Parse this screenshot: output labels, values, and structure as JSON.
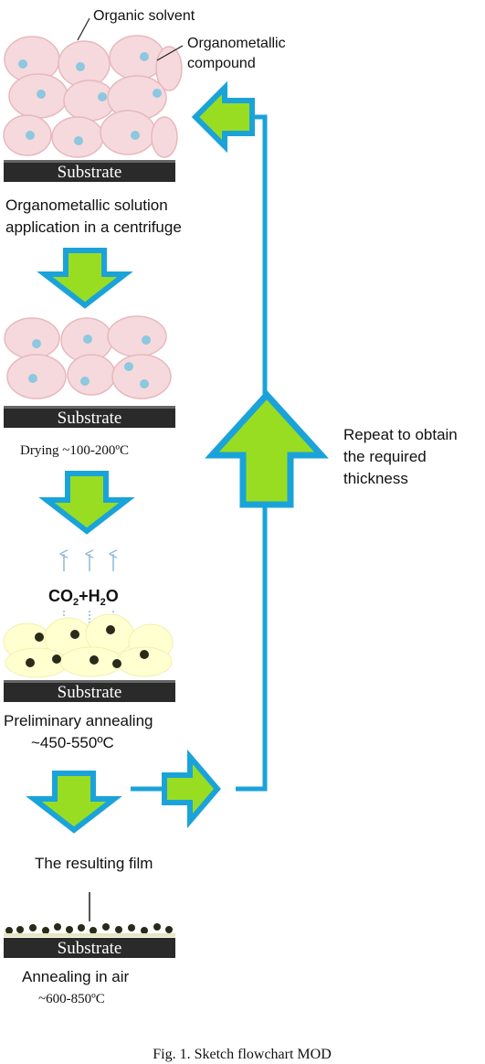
{
  "labels": {
    "organic_solvent": "Organic solvent",
    "organometallic_line1": "Organometallic",
    "organometallic_line2": "compound",
    "substrate": "Substrate",
    "step1_line1": "Organometallic solution",
    "step1_line2": "application in a centrifuge",
    "step2": "Drying ~100-200ºC",
    "gas_co": "CO",
    "gas_co_sub": "2",
    "gas_plus_h": "+H",
    "gas_h_sub": "2",
    "gas_o": "O",
    "step3_line1": "Preliminary annealing",
    "step3_line2": "~450-550ºC",
    "film_label": "The resulting film",
    "step4_line1": "Annealing in air",
    "step4_line2": "~600-850ºC",
    "repeat_line1": "Repeat to obtain",
    "repeat_line2": "the required",
    "repeat_line3": "thickness",
    "caption": "Fig. 1. Sketch flowchart MOD"
  },
  "colors": {
    "arrow_fill": "#99dd22",
    "arrow_stroke": "#1aa3d9",
    "cell_fill": "#f6d9dc",
    "cell_stroke": "#e6b9be",
    "dot_blue": "#8cc8e0",
    "yellow_fill": "#ffffd0",
    "dark_dot": "#2a2a1a",
    "substrate": "#2a2a2a"
  }
}
